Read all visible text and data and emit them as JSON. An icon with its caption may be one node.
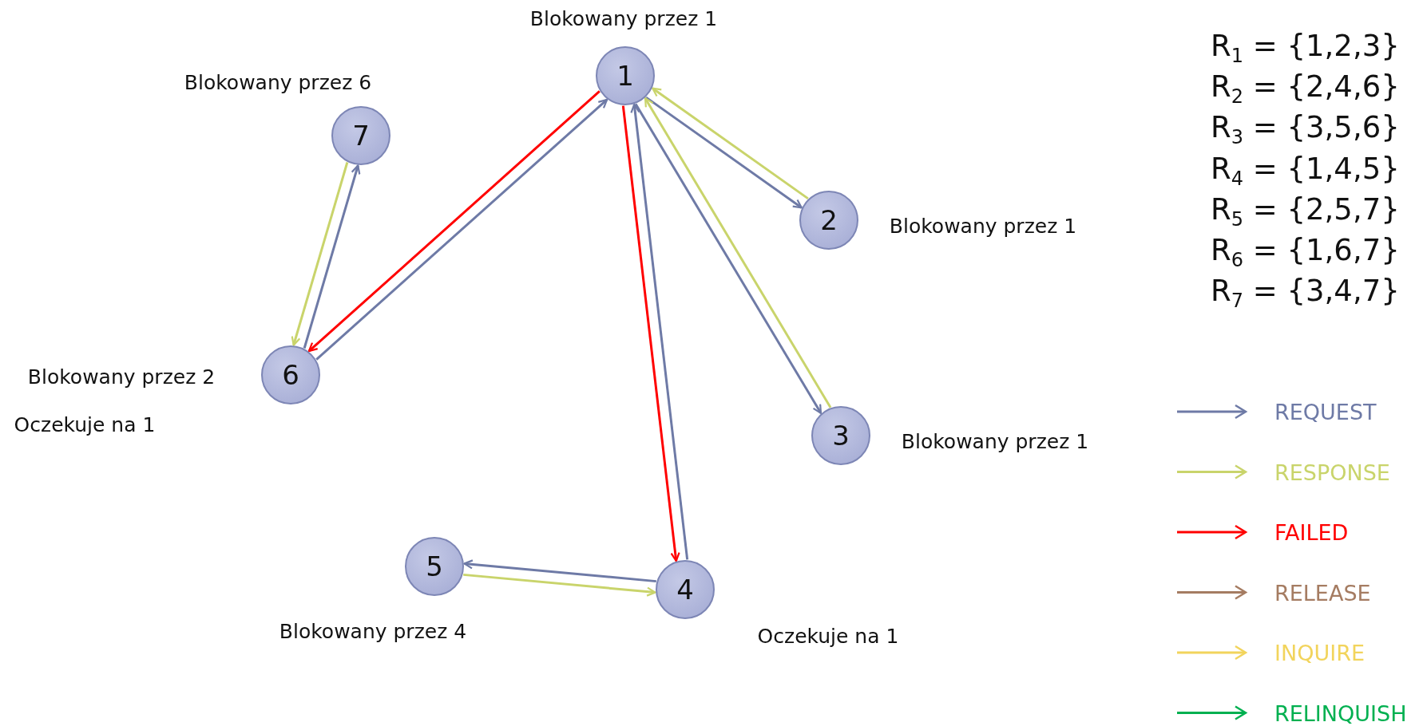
{
  "diagram": {
    "nodes": [
      {
        "text": [
          "1"
        ],
        "beside": [
          "Blokowany przez 1"
        ]
      },
      {
        "text": [
          "2"
        ],
        "beside": [
          "Blokowany przez 1"
        ]
      },
      {
        "text": [
          "3"
        ],
        "beside": [
          "Blokowany przez 1"
        ]
      },
      {
        "text": [
          "4"
        ],
        "beside": [
          "Oczekuje na 1"
        ]
      },
      {
        "text": [
          "5"
        ],
        "beside": [
          "Blokowany przez 4"
        ]
      },
      {
        "text": [
          "6"
        ],
        "beside": [
          "Blokowany przez 2",
          "Oczekuje na 1"
        ]
      },
      {
        "text": [
          "7"
        ],
        "beside": [
          "Blokowany przez 6"
        ]
      }
    ],
    "edges": [
      {
        "from": 5,
        "to": 0,
        "arrow": "to"
      },
      {
        "from": 0,
        "to": 5,
        "arrow": "to",
        "color": "#ff0000"
      },
      {
        "from": 5,
        "to": 6,
        "arrow": "to"
      },
      {
        "from": 6,
        "to": 5,
        "arrow": "to",
        "color": "#c9d46b"
      },
      {
        "from": 0,
        "to": 1,
        "arrow": "to"
      },
      {
        "from": 1,
        "to": 0,
        "arrow": "to",
        "color": "#c9d46b"
      },
      {
        "from": 0,
        "to": 2,
        "arrow": "to"
      },
      {
        "from": 2,
        "to": 0,
        "arrow": "to",
        "color": "#c9d46b"
      },
      {
        "from": 3,
        "to": 0,
        "arrow": "to"
      },
      {
        "from": 0,
        "to": 3,
        "arrow": "to",
        "color": "#ff0000"
      },
      {
        "from": 3,
        "to": 4,
        "arrow": "to"
      },
      {
        "from": 4,
        "to": 3,
        "arrow": "to",
        "color": "#c9d46b"
      }
    ],
    "labels": [
      "R$_{1}$ = {1,2,3}",
      "R$_{2}$ = {2,4,6}",
      "R$_{3}$ = {3,5,6}",
      "R$_{4}$ = {1,4,5}",
      "R$_{5}$ = {2,5,7}",
      "R$_{6}$ = {1,6,7}",
      "R$_{7}$ = {3,4,7}"
    ],
    "legend": [
      {
        "text": "REQUEST",
        "color": "#6e7aa6"
      },
      {
        "text": "RESPONSE",
        "color": "#c9d46b"
      },
      {
        "text": "FAILED",
        "color": "#ff0000"
      },
      {
        "text": "RELEASE",
        "color": "#a57c62"
      },
      {
        "text": "INQUIRE",
        "color": "#f2d45c"
      },
      {
        "text": "RELINQUISH",
        "color": "#00b050"
      }
    ]
  }
}
